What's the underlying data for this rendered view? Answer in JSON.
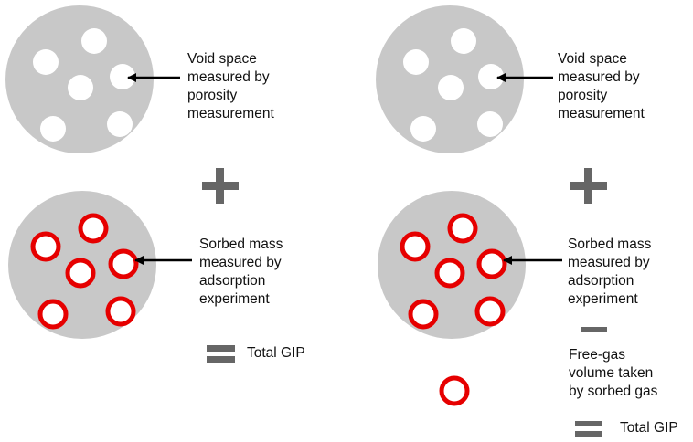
{
  "colors": {
    "disk": "#c8c8c8",
    "pore_fill": "#ffffff",
    "sorbed_ring": "#e60000",
    "operator": "#666666",
    "arrow": "#000000",
    "text": "#111111"
  },
  "left_panel": {
    "void_label": [
      "Void space",
      "measured by",
      "porosity",
      "measurement"
    ],
    "sorbed_label": [
      "Sorbed mass",
      "measured by",
      "adsorption",
      "experiment"
    ],
    "result_label": "Total GIP"
  },
  "right_panel": {
    "void_label": [
      "Void space",
      "measured by",
      "porosity",
      "measurement"
    ],
    "sorbed_label": [
      "Sorbed mass",
      "measured by",
      "adsorption",
      "experiment"
    ],
    "free_gas_label": [
      "Free-gas",
      "volume taken",
      "by sorbed gas"
    ],
    "result_label": "Total GIP"
  }
}
